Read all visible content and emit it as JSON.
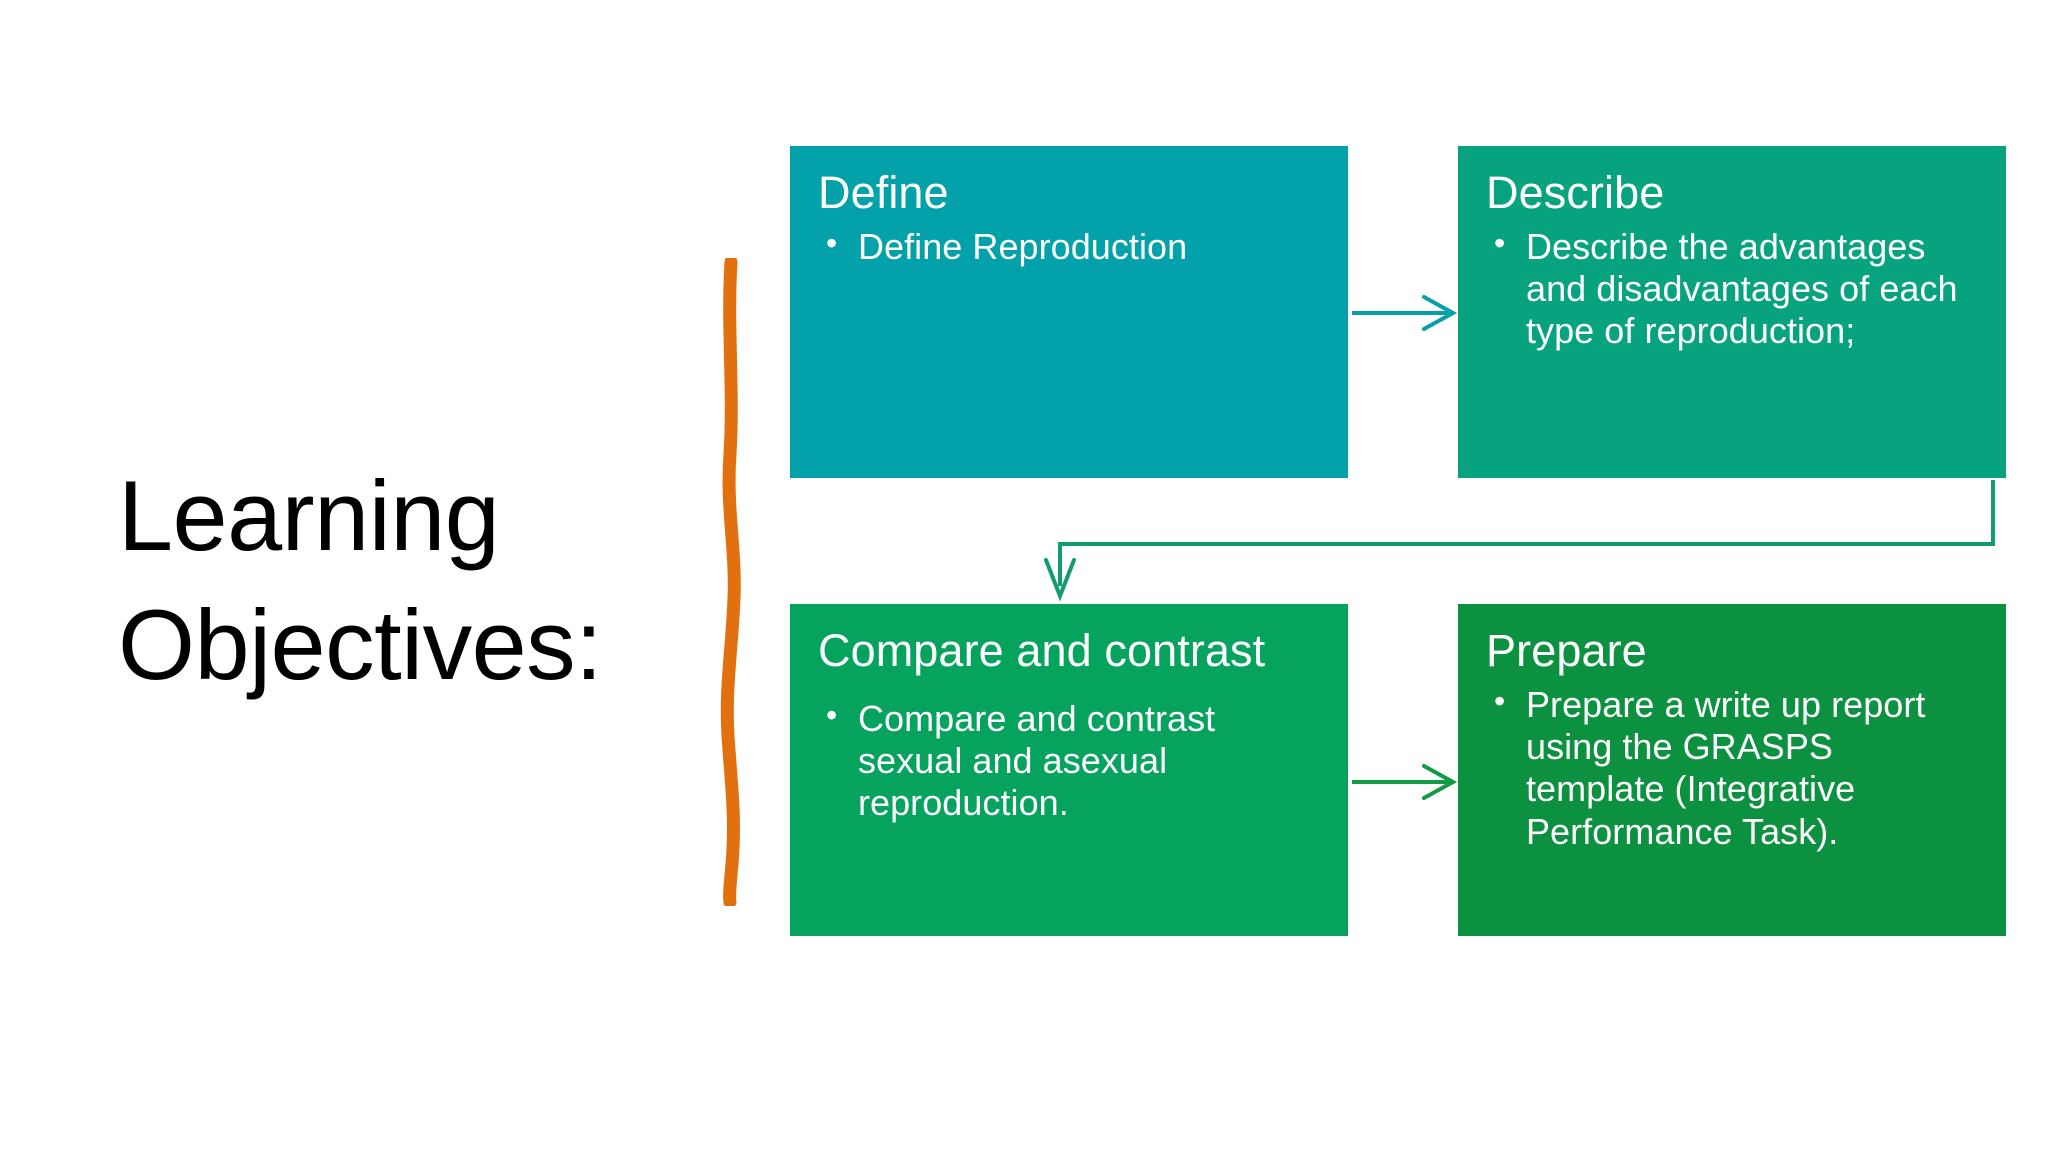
{
  "slide": {
    "title": "Learning Objectives:",
    "background_color": "#FFFFFF",
    "accent_bar_color": "#E2700E"
  },
  "diagram": {
    "type": "process-flow",
    "layout": "2x2 grid, left-to-right then wrap",
    "nodes": [
      {
        "id": "define",
        "title": "Define",
        "bullets": [
          "Define Reproduction"
        ],
        "color": "#03A2AA",
        "text_color": "#FFFFFF",
        "position": "top-left"
      },
      {
        "id": "describe",
        "title": "Describe",
        "bullets": [
          "Describe the advantages and disadvantages of each type of reproduction;"
        ],
        "color": "#06A37E",
        "text_color": "#FFFFFF",
        "position": "top-right"
      },
      {
        "id": "compare",
        "title": "Compare and contrast",
        "bullets": [
          "Compare and contrast sexual and asexual reproduction."
        ],
        "color": "#06A35E",
        "text_color": "#FFFFFF",
        "position": "bottom-left"
      },
      {
        "id": "prepare",
        "title": "Prepare",
        "bullets": [
          "Prepare a write up report using the GRASPS template (Integrative Performance Task)."
        ],
        "color": "#0C9140",
        "text_color": "#FFFFFF",
        "position": "bottom-right"
      }
    ],
    "connectors": [
      {
        "id": "define-to-describe",
        "from": "define",
        "to": "describe",
        "style": "straight-arrow-right",
        "color": "#03A2AA"
      },
      {
        "id": "describe-to-compare",
        "from": "describe",
        "to": "compare",
        "style": "elbow-arrow-down",
        "color": "#06A37E"
      },
      {
        "id": "compare-to-prepare",
        "from": "compare",
        "to": "prepare",
        "style": "straight-arrow-right",
        "color": "#0C9140"
      }
    ]
  }
}
